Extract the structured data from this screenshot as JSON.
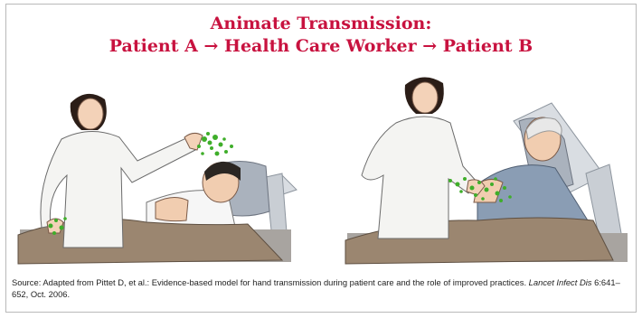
{
  "figure": {
    "title_line1": "Animate Transmission:",
    "title_line2": "Patient A → Health Care Worker → Patient B",
    "caption": {
      "prefix": "Source: Adapted from Pittet D, et al.: Evidence-based model for hand transmission during patient care and the role of improved practices. ",
      "journal": "Lancet Infect Dis",
      "suffix": " 6:641–652, Oct. 2006."
    },
    "colors": {
      "title": "#c8123f",
      "germs": "#3fae2a",
      "blanket": "#9b8670",
      "coat": "#f4f4f2"
    }
  }
}
